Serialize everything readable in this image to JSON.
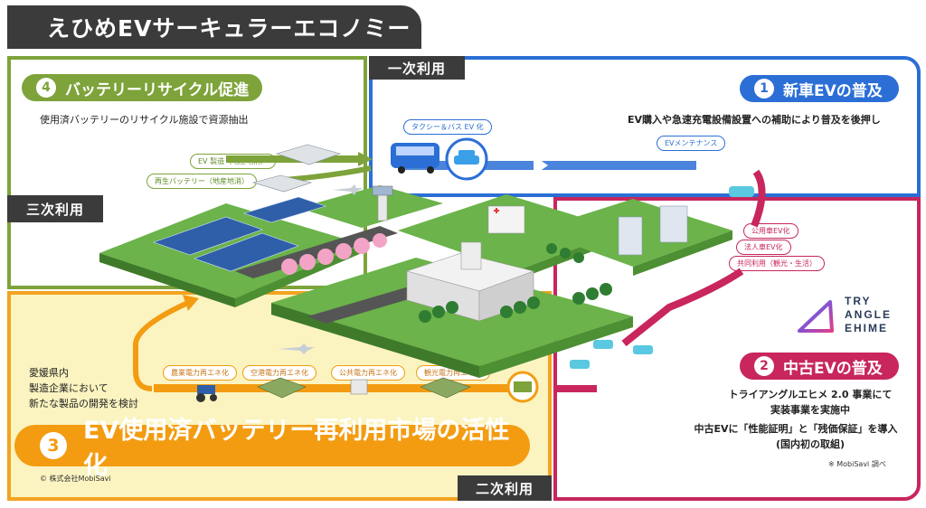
{
  "title": "えひめEVサーキュラーエコノミー",
  "labels": {
    "primary_use": "一次利用",
    "secondary_use": "二次利用",
    "tertiary_use": "三次利用"
  },
  "section1": {
    "num": "1",
    "title": "新車EVの普及",
    "desc": "EV購入や急速充電設備設置への補助により普及を後押し",
    "tag_taxi": "タクシー＆バス EV 化",
    "tag_maintenance": "EVメンテナンス"
  },
  "section2": {
    "num": "2",
    "title": "中古EVの普及",
    "line1": "トライアングルエヒメ 2.0 事業にて",
    "line2": "実装事業を実施中",
    "line3": "中古EVに「性能証明」と「残価保証」を導入",
    "line4": "(国内初の取組)",
    "note": "※ MobiSavi 調べ",
    "tags": [
      "公用車EV化",
      "法人車EV化",
      "共同利用（観光・生活）"
    ]
  },
  "section3": {
    "num": "3",
    "title": "EV使用済バッテリー再利用市場の活性化",
    "desc_lines": [
      "愛媛県内",
      "製造企業において",
      "新たな製品の開発を検討"
    ],
    "tags": [
      "農業電力再エネ化",
      "空港電力再エネ化",
      "公共電力再エネ化",
      "観光電力再エネ化"
    ],
    "copyright": "© 株式会社MobiSavi"
  },
  "section4": {
    "num": "4",
    "title": "バッテリーリサイクル促進",
    "desc": "使用済バッテリーのリサイクル施設で資源抽出",
    "tags": [
      "EV 製造（地産地消）",
      "再生バッテリー（地産地消）"
    ]
  },
  "logo": {
    "line1": "TRY",
    "line2": "ANGLE",
    "line3": "EHIME"
  },
  "colors": {
    "green": "#7da33a",
    "blue": "#2b6fd6",
    "pink": "#c8265d",
    "orange": "#f39c12",
    "dark": "#3b3b3b"
  }
}
